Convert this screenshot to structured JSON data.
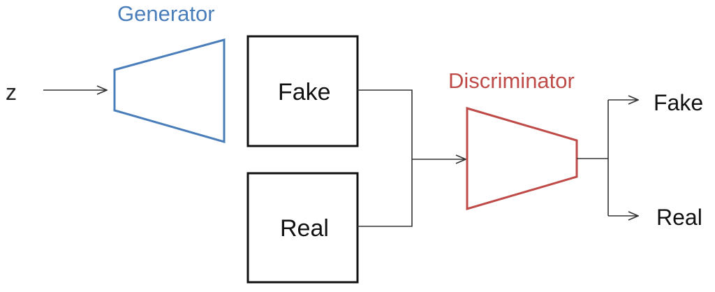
{
  "input_label": "z",
  "generator": {
    "title": "Generator",
    "color": "#4a7ebb"
  },
  "boxes": {
    "fake_label": "Fake",
    "real_label": "Real"
  },
  "discriminator": {
    "title": "Discriminator",
    "color": "#be4b48"
  },
  "outputs": {
    "fake_label": "Fake",
    "real_label": "Real"
  }
}
